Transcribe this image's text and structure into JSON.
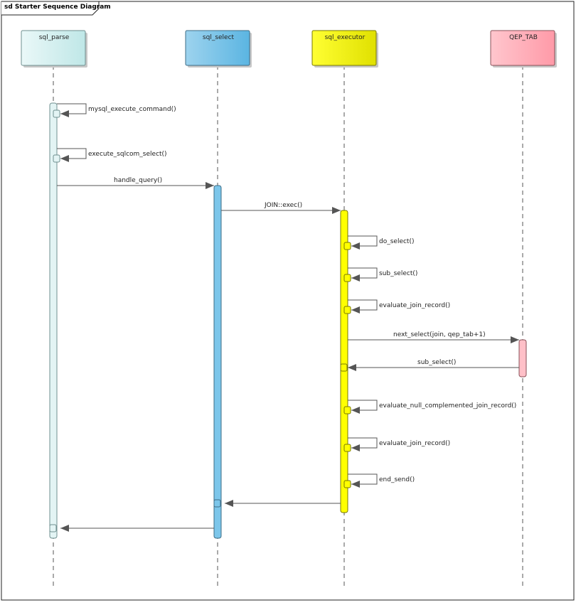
{
  "frame": {
    "title": "sd Starter Sequence Diagram"
  },
  "participants": [
    {
      "id": "sql_parse",
      "label": "sql_parse",
      "fill_light": "#eaf8f8",
      "fill_dark": "#bfe7e7",
      "stroke": "#6f8f8f",
      "activation_fill": "#e3f4f4"
    },
    {
      "id": "sql_select",
      "label": "sql_select",
      "fill_light": "#9dd3ee",
      "fill_dark": "#5bb5e2",
      "stroke": "#3d6c86",
      "activation_fill": "#7cc6ea"
    },
    {
      "id": "sql_executor",
      "label": "sql_executor",
      "fill_light": "#ffff33",
      "fill_dark": "#e0e000",
      "stroke": "#7a7a00",
      "activation_fill": "#ffff00"
    },
    {
      "id": "qep_tab",
      "label": "QEP_TAB",
      "fill_light": "#ffc6cd",
      "fill_dark": "#ff9aa8",
      "stroke": "#8a5058",
      "activation_fill": "#ffc0c8"
    }
  ],
  "messages": [
    {
      "label": "mysql_execute_command()",
      "from": "sql_parse",
      "to": "sql_parse",
      "kind": "self"
    },
    {
      "label": "execute_sqlcom_select()",
      "from": "sql_parse",
      "to": "sql_parse",
      "kind": "self"
    },
    {
      "label": "handle_query()",
      "from": "sql_parse",
      "to": "sql_select",
      "kind": "call"
    },
    {
      "label": "JOIN::exec()",
      "from": "sql_select",
      "to": "sql_executor",
      "kind": "call"
    },
    {
      "label": "do_select()",
      "from": "sql_executor",
      "to": "sql_executor",
      "kind": "self"
    },
    {
      "label": "sub_select()",
      "from": "sql_executor",
      "to": "sql_executor",
      "kind": "self"
    },
    {
      "label": "evaluate_join_record()",
      "from": "sql_executor",
      "to": "sql_executor",
      "kind": "self"
    },
    {
      "label": "next_select(join, qep_tab+1)",
      "from": "sql_executor",
      "to": "qep_tab",
      "kind": "call"
    },
    {
      "label": "sub_select()",
      "from": "qep_tab",
      "to": "sql_executor",
      "kind": "call"
    },
    {
      "label": "evaluate_null_complemented_join_record()",
      "from": "sql_executor",
      "to": "sql_executor",
      "kind": "self"
    },
    {
      "label": "evaluate_join_record()",
      "from": "sql_executor",
      "to": "sql_executor",
      "kind": "self"
    },
    {
      "label": "end_send()",
      "from": "sql_executor",
      "to": "sql_executor",
      "kind": "self"
    },
    {
      "label": "",
      "from": "sql_executor",
      "to": "sql_select",
      "kind": "return"
    },
    {
      "label": "",
      "from": "sql_select",
      "to": "sql_parse",
      "kind": "return"
    }
  ]
}
